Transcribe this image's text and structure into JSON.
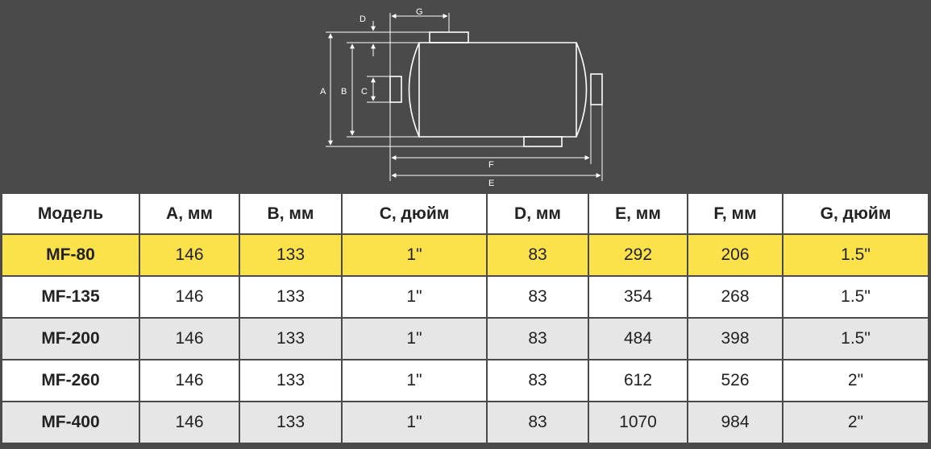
{
  "diagram": {
    "labels": {
      "a": "A",
      "b": "B",
      "c": "C",
      "d": "D",
      "e": "E",
      "f": "F",
      "g": "G"
    }
  },
  "table": {
    "headers": [
      "Модель",
      "A, мм",
      "B, мм",
      "C, дюйм",
      "D, мм",
      "E, мм",
      "F, мм",
      "G, дюйм"
    ],
    "rows": [
      {
        "model": "MF-80",
        "a": "146",
        "b": "133",
        "c": "1\"",
        "d": "83",
        "e": "292",
        "f": "206",
        "g": "1.5\"",
        "highlight": true
      },
      {
        "model": "MF-135",
        "a": "146",
        "b": "133",
        "c": "1\"",
        "d": "83",
        "e": "354",
        "f": "268",
        "g": "1.5\""
      },
      {
        "model": "MF-200",
        "a": "146",
        "b": "133",
        "c": "1\"",
        "d": "83",
        "e": "484",
        "f": "398",
        "g": "1.5\""
      },
      {
        "model": "MF-260",
        "a": "146",
        "b": "133",
        "c": "1\"",
        "d": "83",
        "e": "612",
        "f": "526",
        "g": "2\""
      },
      {
        "model": "MF-400",
        "a": "146",
        "b": "133",
        "c": "1\"",
        "d": "83",
        "e": "1070",
        "f": "984",
        "g": "2\""
      }
    ]
  },
  "colors": {
    "background": "#4a4a4a",
    "highlight_row": "#fce24a",
    "alt_row": "#e6e6e6",
    "row": "#ffffff",
    "text": "#222222",
    "drawing_lines": "#ffffff"
  }
}
